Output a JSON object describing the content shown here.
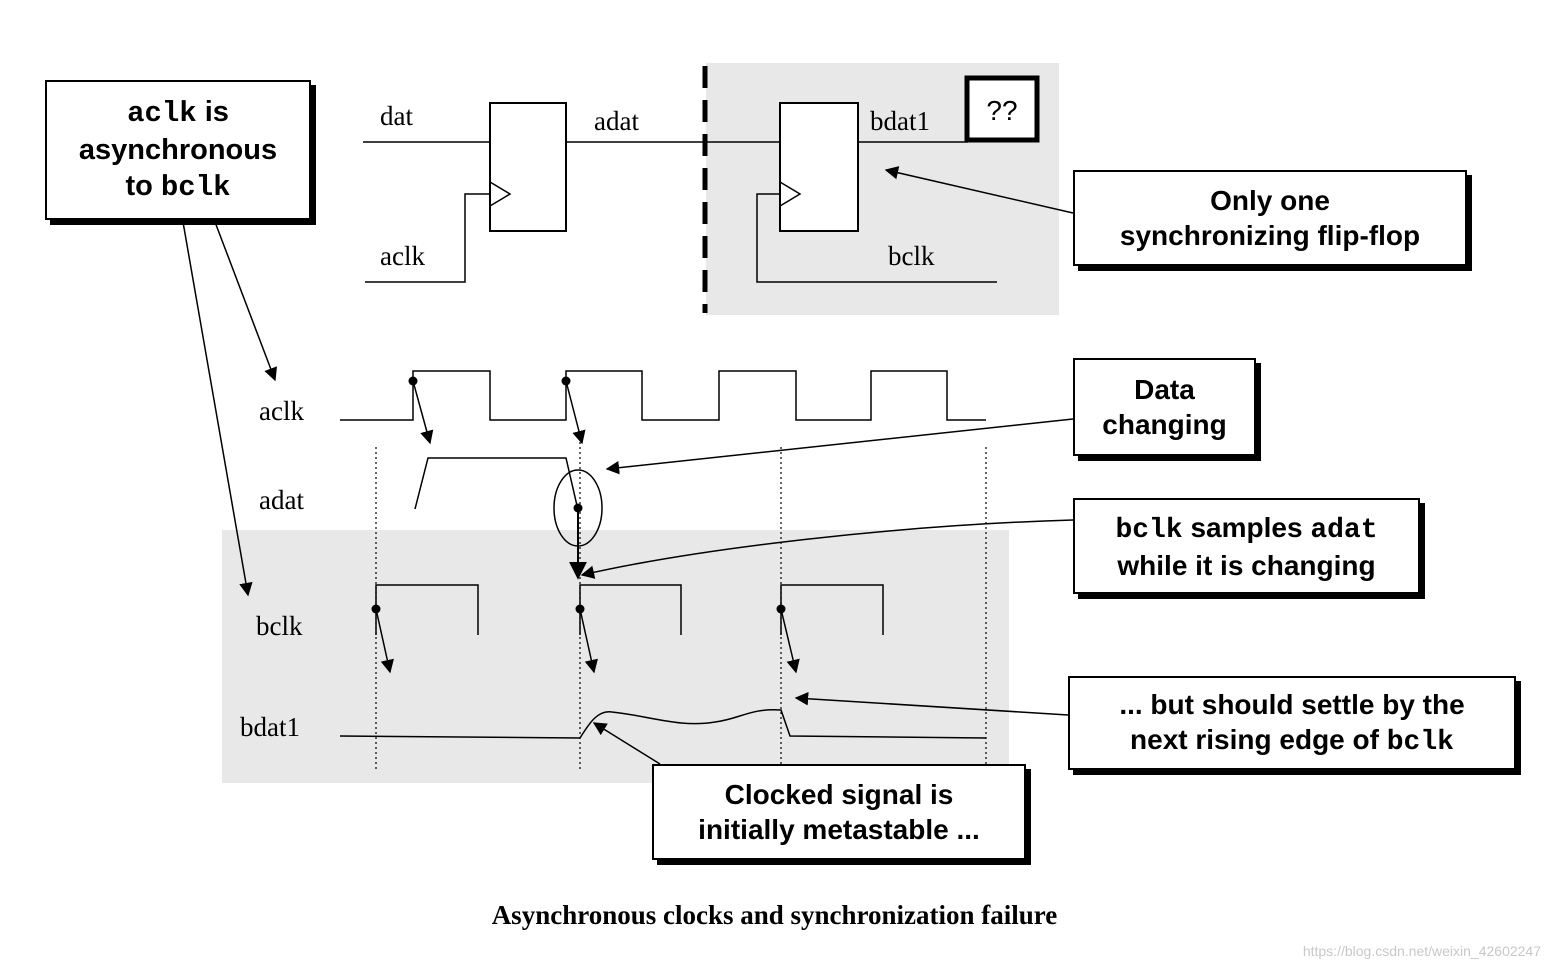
{
  "diagram": {
    "signals": {
      "dat": "dat",
      "adat": "adat",
      "aclk": "aclk",
      "bdat1": "bdat1",
      "bclk": "bclk",
      "unknown": "??"
    },
    "timing_labels": {
      "aclk": "aclk",
      "adat": "adat",
      "bclk": "bclk",
      "bdat1": "bdat1"
    },
    "callouts": {
      "async": {
        "l1_mono": "aclk",
        "l1_text": " is",
        "l2": "asynchronous",
        "l3_text": "to ",
        "l3_mono": "bclk"
      },
      "one_ff": {
        "l1": "Only one",
        "l2": "synchronizing flip-flop"
      },
      "data_changing": {
        "l1": "Data",
        "l2": "changing"
      },
      "samples": {
        "l1_mono": "bclk",
        "l1_text": " samples ",
        "l1_mono2": "adat",
        "l2": "while it is changing"
      },
      "settle": {
        "l1": "... but should settle by the",
        "l2_text": "next rising edge of ",
        "l2_mono": "bclk"
      },
      "metastable": {
        "l1": "Clocked signal is",
        "l2": "initially metastable ..."
      }
    },
    "caption": "Asynchronous clocks and synchronization failure",
    "watermark": "https://blog.csdn.net/weixin_42602247",
    "colors": {
      "shade": "#e8e8e8",
      "ink": "#000000"
    }
  }
}
